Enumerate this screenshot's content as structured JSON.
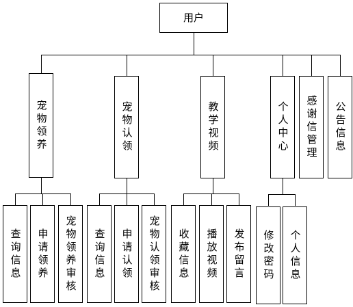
{
  "root": {
    "label": "用户"
  },
  "modules": [
    {
      "id": "adopt",
      "label": "宠物领养",
      "children": [
        "查询信息",
        "申请领养",
        "宠物领养审核"
      ]
    },
    {
      "id": "claim",
      "label": "宠物认领",
      "children": [
        "查询信息",
        "申请认领",
        "宠物认领审核"
      ]
    },
    {
      "id": "video",
      "label": "教学视频",
      "children": [
        "收藏信息",
        "播放视频",
        "发布留言"
      ]
    },
    {
      "id": "profile",
      "label": "个人中心",
      "children": [
        "修改密码",
        "个人信息"
      ]
    },
    {
      "id": "thanks",
      "label": "感谢信管理",
      "children": []
    },
    {
      "id": "notice",
      "label": "公告信息",
      "children": []
    }
  ]
}
